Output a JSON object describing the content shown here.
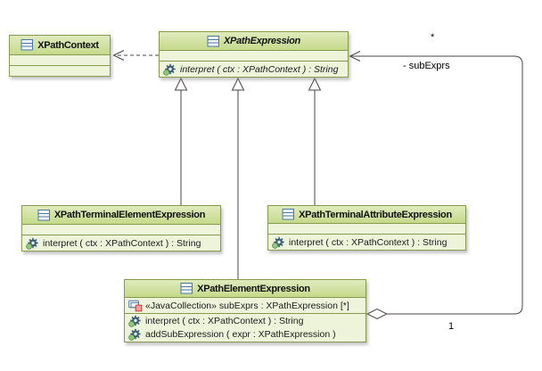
{
  "colors": {
    "box_border": "#859a4c",
    "header_gradient_top": "#e0ebbd",
    "header_gradient_bottom": "#c5da8b",
    "body_fill": "#eef4da",
    "connector": "#4e4346",
    "class_icon_blue": "#4a78a8",
    "attribute_icon_red": "#c43c3c",
    "operation_icon_green": "#8fc97f"
  },
  "classes": [
    {
      "name": "XPathContext",
      "abstract": false,
      "attributes": [],
      "operations": []
    },
    {
      "name": "XPathExpression",
      "abstract": true,
      "attributes": [],
      "operations": [
        {
          "text": "interpret ( ctx : XPathContext ) : String",
          "abstract": true
        }
      ]
    },
    {
      "name": "XPathTerminalElementExpression",
      "abstract": false,
      "attributes": [],
      "operations": [
        {
          "text": "interpret ( ctx : XPathContext ) : String"
        }
      ]
    },
    {
      "name": "XPathTerminalAttributeExpression",
      "abstract": false,
      "attributes": [],
      "operations": [
        {
          "text": "interpret ( ctx : XPathContext ) : String"
        }
      ]
    },
    {
      "name": "XPathElementExpression",
      "abstract": false,
      "attributes": [
        {
          "text": "«JavaCollection» subExprs : XPathExpression [*]"
        }
      ],
      "operations": [
        {
          "text": "interpret ( ctx : XPathContext ) : String"
        },
        {
          "text": "addSubExpression ( expr : XPathExpression )"
        }
      ]
    }
  ],
  "relationships": {
    "dependency": {
      "from": "XPathExpression",
      "to": "XPathContext"
    },
    "generalizations": [
      {
        "from": "XPathTerminalElementExpression",
        "to": "XPathExpression"
      },
      {
        "from": "XPathElementExpression",
        "to": "XPathExpression"
      },
      {
        "from": "XPathTerminalAttributeExpression",
        "to": "XPathExpression"
      }
    ],
    "aggregation": {
      "from": "XPathElementExpression",
      "to": "XPathExpression",
      "role_label": "- subExprs",
      "target_multiplicity": "*",
      "source_multiplicity": "1"
    }
  }
}
